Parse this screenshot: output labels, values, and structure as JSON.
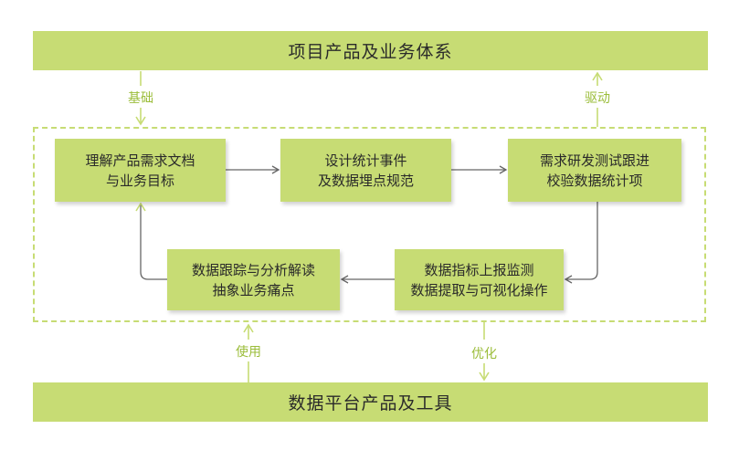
{
  "top_bar": {
    "label": "项目产品及业务体系"
  },
  "bottom_bar": {
    "label": "数据平台产品及工具"
  },
  "labels": {
    "foundation": "基础",
    "drive": "驱动",
    "use": "使用",
    "optimize": "优化"
  },
  "boxes": [
    {
      "line1": "理解产品需求文档",
      "line2": "与业务目标"
    },
    {
      "line1": "设计统计事件",
      "line2": "及数据埋点规范"
    },
    {
      "line1": "需求研发测试跟进",
      "line2": "校验数据统计项"
    },
    {
      "line1": "数据指标上报监测",
      "line2": "数据提取与可视化操作"
    },
    {
      "line1": "数据跟踪与分析解读",
      "line2": "抽象业务痛点"
    }
  ],
  "colors": {
    "box": "#c7dc74",
    "accent_text": "#9bbd3a",
    "arrow": "#666666",
    "dash": "#c7dc74"
  }
}
